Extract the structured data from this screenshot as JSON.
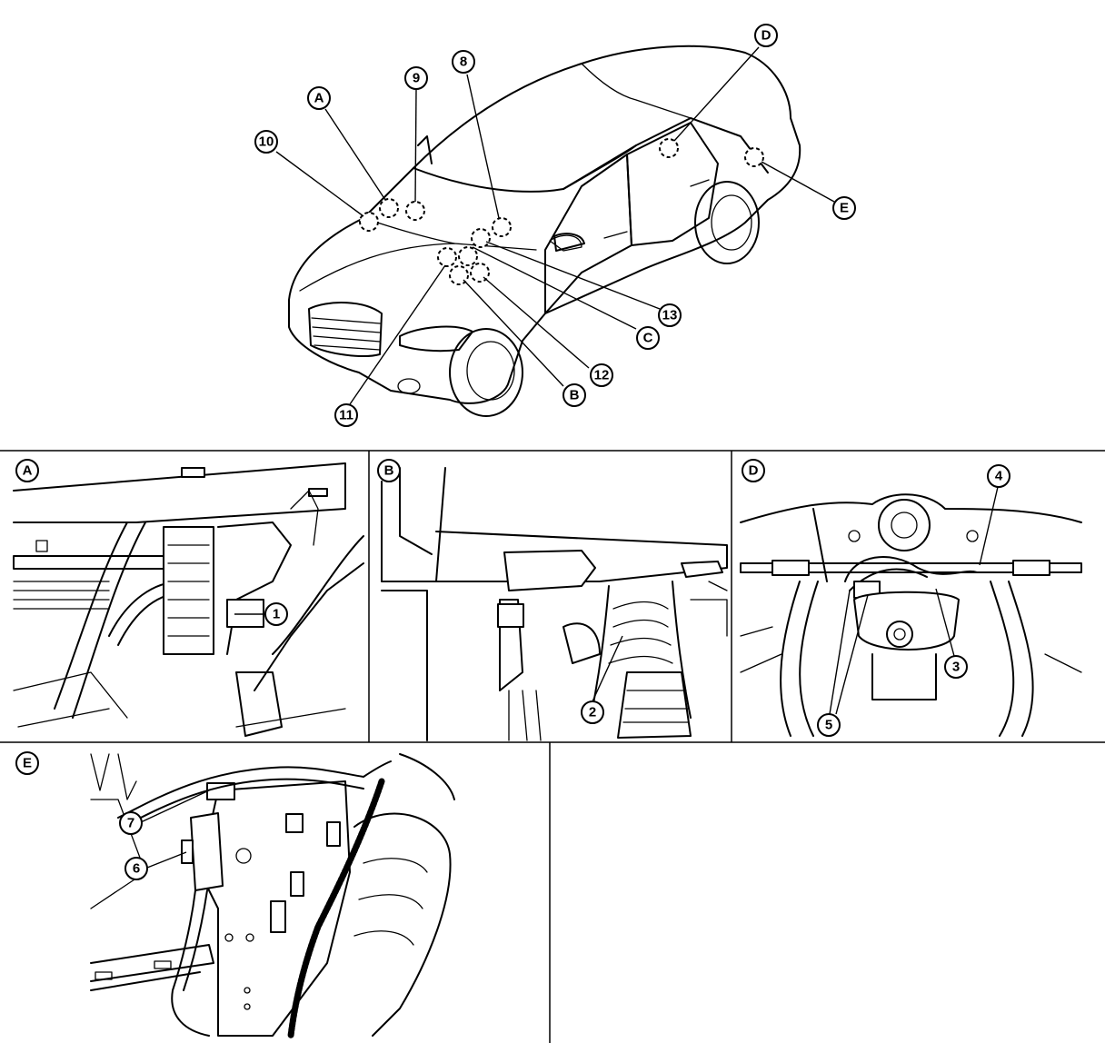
{
  "callouts": {
    "c1": "1",
    "c2": "2",
    "c3": "3",
    "c4": "4",
    "c5": "5",
    "c6": "6",
    "c7": "7",
    "c8": "8",
    "c9": "9",
    "c10": "10",
    "c11": "11",
    "c12": "12",
    "c13": "13",
    "cA": "A",
    "cB": "B",
    "cC": "C",
    "cD": "D",
    "cE": "E"
  },
  "panels": {
    "A": {
      "label": "A"
    },
    "B": {
      "label": "B"
    },
    "D": {
      "label": "D"
    },
    "E": {
      "label": "E"
    }
  }
}
